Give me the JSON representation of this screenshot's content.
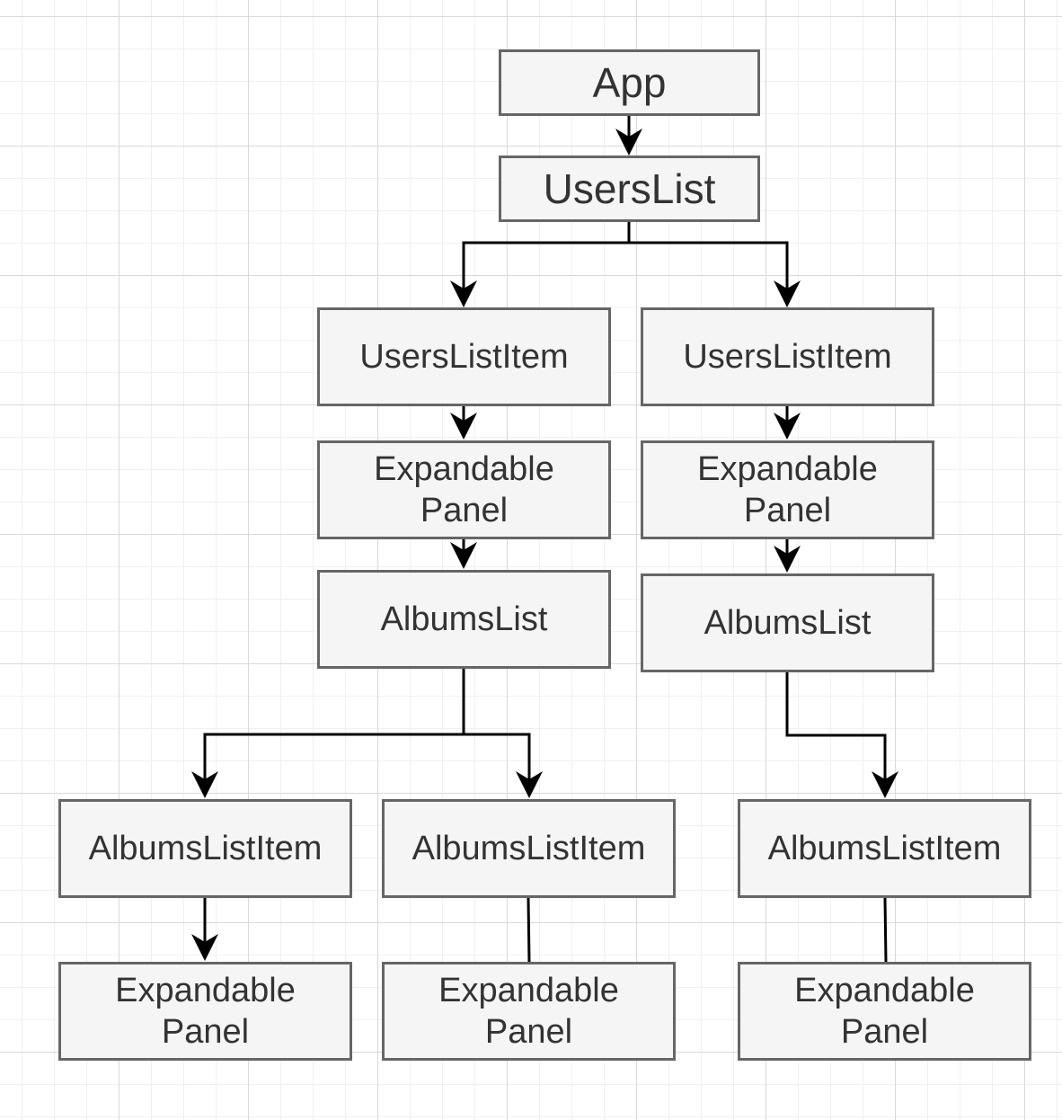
{
  "colors": {
    "node_fill": "#f5f5f5",
    "node_border": "#666666",
    "node_text": "#333333",
    "edge": "#000000",
    "grid_major": "#d9d9d9",
    "grid_minor": "#f0f0f0"
  },
  "nodes": {
    "app": "App",
    "users_list": "UsersList",
    "users_list_item_1": "UsersListItem",
    "users_list_item_2": "UsersListItem",
    "expandable_panel_1": "Expandable\nPanel",
    "expandable_panel_2": "Expandable\nPanel",
    "albums_list_1": "AlbumsList",
    "albums_list_2": "AlbumsList",
    "albums_list_item_1": "AlbumsListItem",
    "albums_list_item_2": "AlbumsListItem",
    "albums_list_item_3": "AlbumsListItem",
    "expandable_panel_3": "Expandable\nPanel",
    "expandable_panel_4": "Expandable\nPanel",
    "expandable_panel_5": "Expandable\nPanel"
  }
}
